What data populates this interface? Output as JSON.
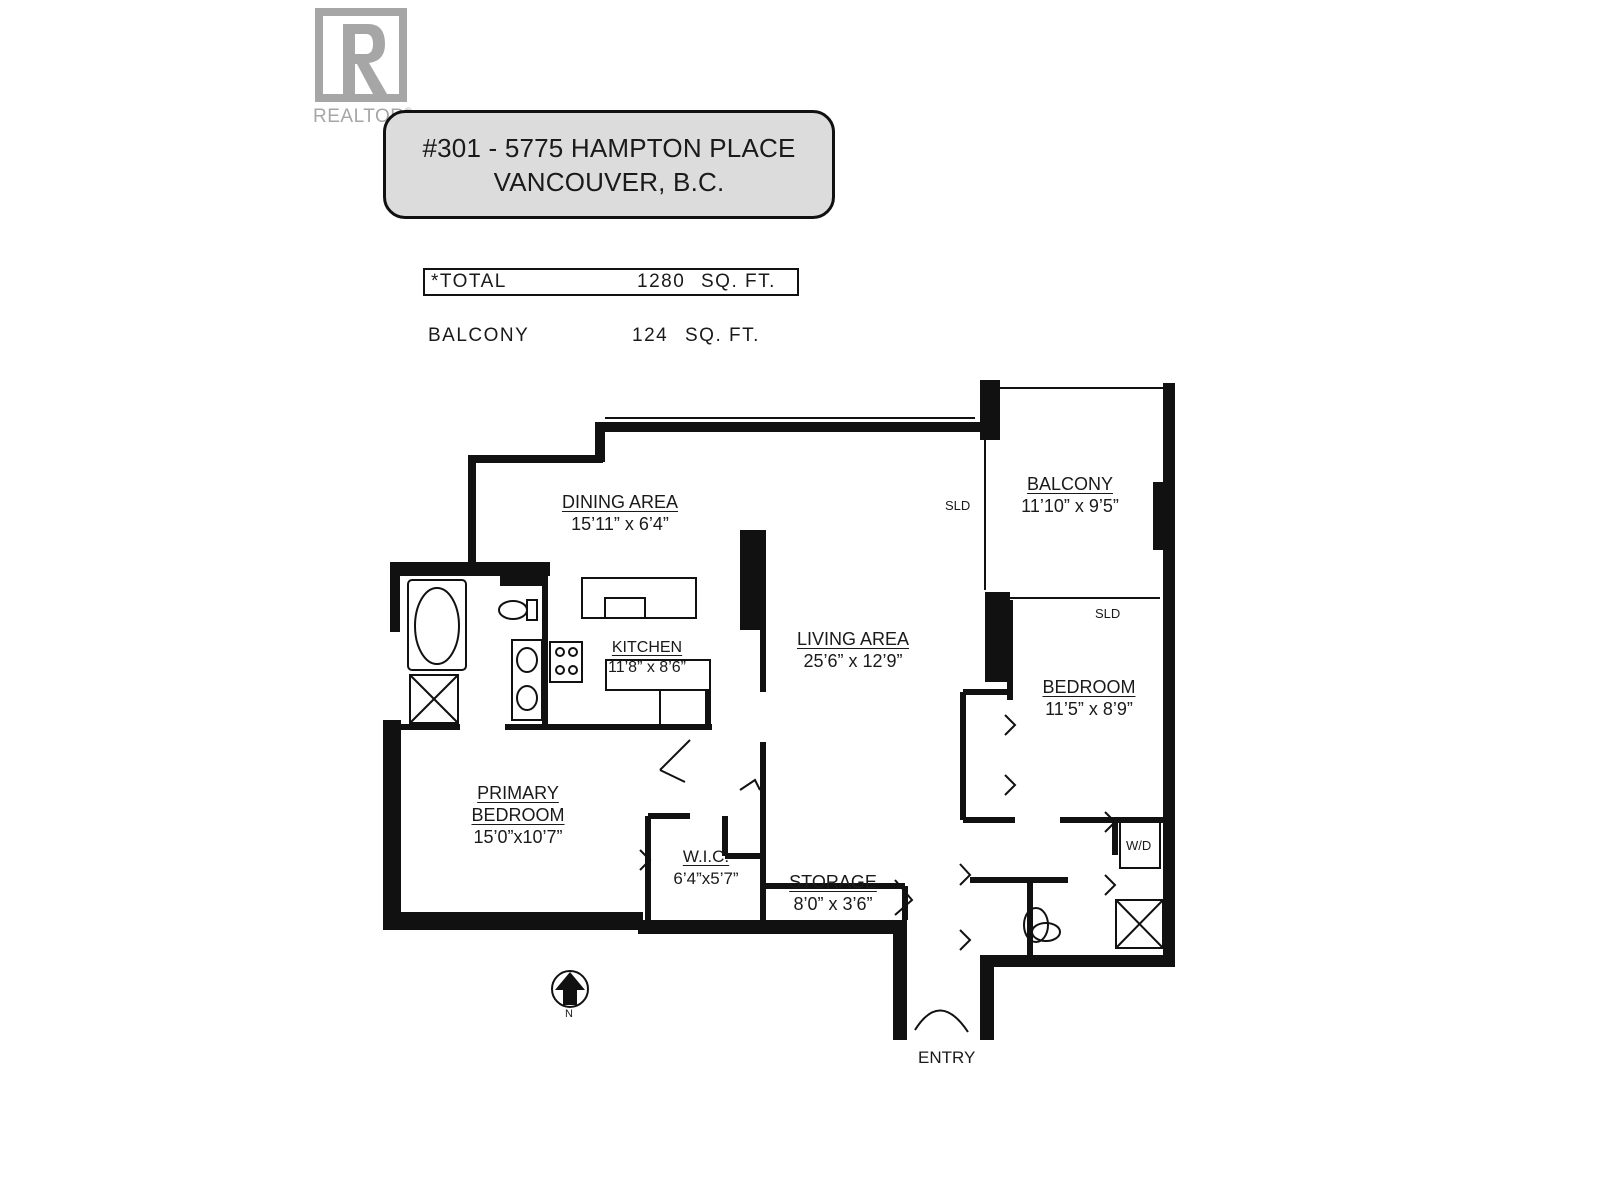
{
  "logo": {
    "text": "REALTOR",
    "mark": "®",
    "icon": "realtor-r-logo-icon"
  },
  "address": {
    "line1": "#301 - 5775 HAMPTON PLACE",
    "line2": "VANCOUVER, B.C."
  },
  "areas": {
    "total": {
      "label": "*TOTAL",
      "value": "1280",
      "unit": "SQ. FT."
    },
    "balcony": {
      "label": "BALCONY",
      "value": "124",
      "unit": "SQ. FT."
    }
  },
  "rooms": {
    "dining": {
      "name": "DINING AREA",
      "dims": "15’11” x 6’4”"
    },
    "kitchen": {
      "name": "KITCHEN",
      "dims": "11’8” x 8’6”"
    },
    "living": {
      "name": "LIVING AREA",
      "dims": "25’6” x 12’9”"
    },
    "balcony": {
      "name": "BALCONY",
      "dims": "11’10” x 9’5”"
    },
    "bedroom": {
      "name": "BEDROOM",
      "dims": "11’5” x 8’9”"
    },
    "primary": {
      "name1": "PRIMARY",
      "name2": "BEDROOM",
      "dims": "15’0”x10’7”"
    },
    "wic": {
      "name": "W.I.C.",
      "dims": "6’4”x5’7”"
    },
    "storage": {
      "name": "STORAGE",
      "dims": "8’0” x 3’6”"
    }
  },
  "labels": {
    "sld_balcony": "SLD",
    "sld_bedroom": "SLD",
    "wd": "W/D",
    "entry": "ENTRY",
    "north": "N"
  },
  "colors": {
    "wall": "#111111",
    "title_fill": "#dcdcdc",
    "logo_gray": "#a6a6a6"
  }
}
